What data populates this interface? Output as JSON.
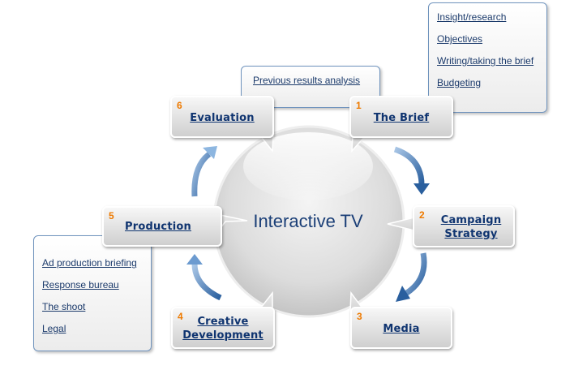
{
  "center": {
    "title": "Interactive TV"
  },
  "steps": [
    {
      "number": "1",
      "label": "The Brief"
    },
    {
      "number": "2",
      "label_line1": "Campaign",
      "label_line2": "Strategy"
    },
    {
      "number": "3",
      "label": "Media"
    },
    {
      "number": "4",
      "label_line1": "Creative",
      "label_line2": "Development"
    },
    {
      "number": "5",
      "label": "Production"
    },
    {
      "number": "6",
      "label": "Evaluation"
    }
  ],
  "panels": {
    "brief": {
      "items": [
        "Insight/research",
        "Objectives",
        "Writing/taking the brief",
        "Budgeting"
      ]
    },
    "evaluation": {
      "items": [
        "Previous results analysis"
      ]
    },
    "production": {
      "items": [
        "Ad production briefing",
        "Response bureau",
        "The shoot",
        "Legal"
      ]
    }
  },
  "colors": {
    "accent": "#0f3470",
    "number": "#ee7a00",
    "arrow": "#3b6eaa",
    "panel_border": "#6f93bd"
  }
}
